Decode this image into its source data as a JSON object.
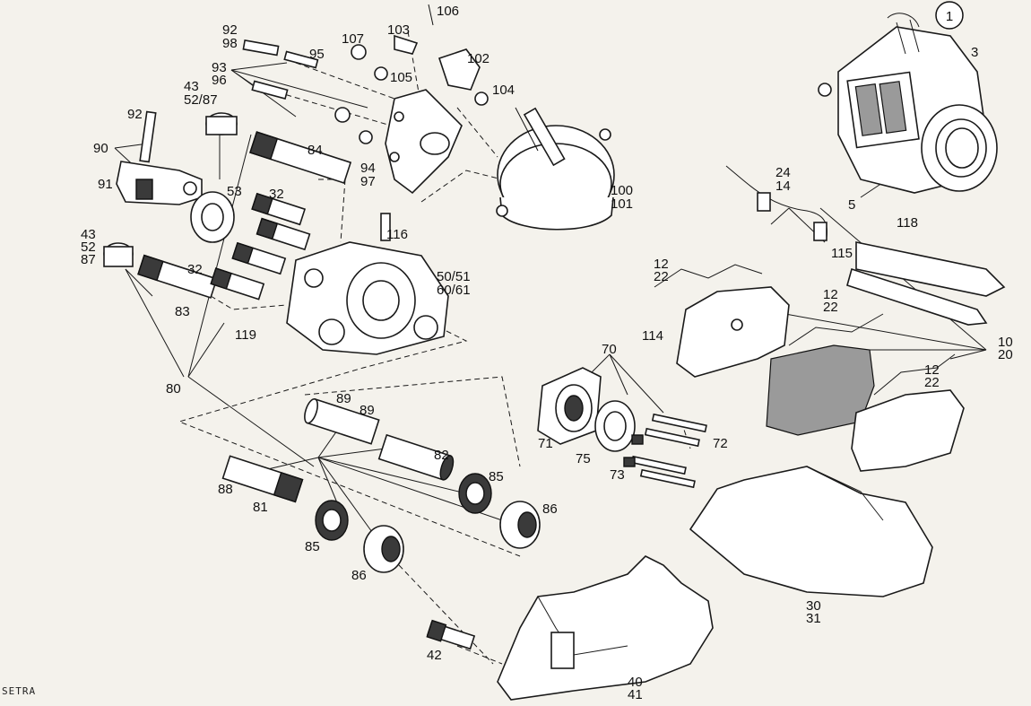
{
  "figure_number": "1",
  "brand_mark": "SETRA",
  "callouts": [
    {
      "id": "c106",
      "text": "106"
    },
    {
      "id": "c92a",
      "text": "92"
    },
    {
      "id": "c98",
      "text": "98"
    },
    {
      "id": "c107",
      "text": "107"
    },
    {
      "id": "c103",
      "text": "103"
    },
    {
      "id": "c95",
      "text": "95"
    },
    {
      "id": "c102",
      "text": "102"
    },
    {
      "id": "c93",
      "text": "93"
    },
    {
      "id": "c96",
      "text": "96"
    },
    {
      "id": "c105",
      "text": "105"
    },
    {
      "id": "c104",
      "text": "104"
    },
    {
      "id": "c3",
      "text": "3"
    },
    {
      "id": "c43a",
      "text": "43"
    },
    {
      "id": "c5287a",
      "text": "52/87"
    },
    {
      "id": "c92b",
      "text": "92"
    },
    {
      "id": "c90",
      "text": "90"
    },
    {
      "id": "c84",
      "text": "84"
    },
    {
      "id": "c91",
      "text": "91"
    },
    {
      "id": "c94",
      "text": "94"
    },
    {
      "id": "c97",
      "text": "97"
    },
    {
      "id": "c53",
      "text": "53"
    },
    {
      "id": "c24",
      "text": "24"
    },
    {
      "id": "c14",
      "text": "14"
    },
    {
      "id": "c5",
      "text": "5"
    },
    {
      "id": "c100",
      "text": "100"
    },
    {
      "id": "c101",
      "text": "101"
    },
    {
      "id": "c32a",
      "text": "32"
    },
    {
      "id": "c118",
      "text": "118"
    },
    {
      "id": "c116",
      "text": "116"
    },
    {
      "id": "c43b",
      "text": "43"
    },
    {
      "id": "c52",
      "text": "52"
    },
    {
      "id": "c87",
      "text": "87"
    },
    {
      "id": "c115",
      "text": "115"
    },
    {
      "id": "c12a",
      "text": "12"
    },
    {
      "id": "c22a",
      "text": "22"
    },
    {
      "id": "c32b",
      "text": "32"
    },
    {
      "id": "c5051",
      "text": "50/51"
    },
    {
      "id": "c6061",
      "text": "60/61"
    },
    {
      "id": "c83",
      "text": "83"
    },
    {
      "id": "c12b",
      "text": "12"
    },
    {
      "id": "c22b",
      "text": "22"
    },
    {
      "id": "c119",
      "text": "119"
    },
    {
      "id": "c114",
      "text": "114"
    },
    {
      "id": "c10",
      "text": "10"
    },
    {
      "id": "c20",
      "text": "20"
    },
    {
      "id": "c70",
      "text": "70"
    },
    {
      "id": "c12c",
      "text": "12"
    },
    {
      "id": "c22c",
      "text": "22"
    },
    {
      "id": "c80",
      "text": "80"
    },
    {
      "id": "c89a",
      "text": "89"
    },
    {
      "id": "c89b",
      "text": "89"
    },
    {
      "id": "c71",
      "text": "71"
    },
    {
      "id": "c72",
      "text": "72"
    },
    {
      "id": "c75",
      "text": "75"
    },
    {
      "id": "c82",
      "text": "82"
    },
    {
      "id": "c73",
      "text": "73"
    },
    {
      "id": "c88",
      "text": "88"
    },
    {
      "id": "c85a",
      "text": "85"
    },
    {
      "id": "c81",
      "text": "81"
    },
    {
      "id": "c86a",
      "text": "86"
    },
    {
      "id": "c85b",
      "text": "85"
    },
    {
      "id": "c86b",
      "text": "86"
    },
    {
      "id": "c30",
      "text": "30"
    },
    {
      "id": "c31",
      "text": "31"
    },
    {
      "id": "c42",
      "text": "42"
    },
    {
      "id": "c40",
      "text": "40"
    },
    {
      "id": "c41",
      "text": "41"
    }
  ]
}
